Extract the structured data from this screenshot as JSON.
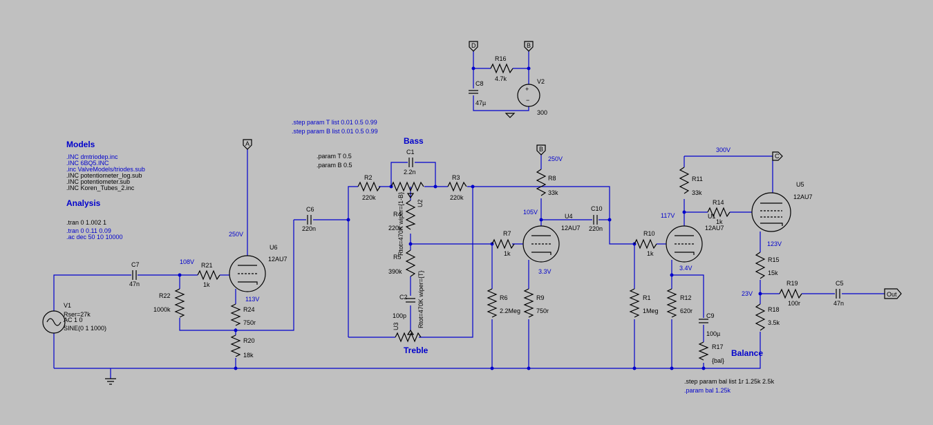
{
  "headings": {
    "models": "Models",
    "analysis": "Analysis",
    "bass": "Bass",
    "treble": "Treble",
    "balance": "Balance"
  },
  "models": [
    ".INC dmtriodep.inc",
    ".INC 6BQ5.INC",
    ".inc ValveModels/triodes.sub",
    ".INC potentiometer_log.sub",
    ".INC potentiometer.sub",
    ".INC Koren_Tubes_2.inc"
  ],
  "analysis": [
    ".tran 0 1.002 1",
    ".tran 0 0.11 0.09",
    ".ac dec 50 10 10000"
  ],
  "step_directives": [
    ".step param T list 0.01 0.5 0.99",
    ".step param B list 0.01 0.5 0.99"
  ],
  "param_directives": [
    ".param T 0.5",
    ".param B 0.5"
  ],
  "balance_directives": [
    ".step param bal list 1r 1.25k 2.5k",
    ".param bal 1.25k"
  ],
  "nodes": {
    "v108": "108V",
    "v250a": "250V",
    "v113": "113V",
    "v250b": "250V",
    "v105": "105V",
    "v33": "3.3V",
    "v300": "300V",
    "v117": "117V",
    "v34": "3.4V",
    "v123": "123V",
    "v23": "23V"
  },
  "components": {
    "V1": {
      "name": "V1",
      "value": "Rser=27k",
      "extra": "AC 1 0",
      "wave": "SINE(0 1 1000)"
    },
    "C7": {
      "name": "C7",
      "value": "47n"
    },
    "R22": {
      "name": "R22",
      "value": "1000k"
    },
    "R21": {
      "name": "R21",
      "value": "1k"
    },
    "U6": {
      "name": "U6",
      "value": "12AU7"
    },
    "R24": {
      "name": "R24",
      "value": "750r"
    },
    "R20": {
      "name": "R20",
      "value": "18k"
    },
    "C6": {
      "name": "C6",
      "value": "220n"
    },
    "R2": {
      "name": "R2",
      "value": "220k"
    },
    "C1": {
      "name": "C1",
      "value": "2.2n"
    },
    "U2": {
      "name": "U2",
      "value": "Rtot=470K wiper={1-B}"
    },
    "R3": {
      "name": "R3",
      "value": "220k"
    },
    "R4": {
      "name": "R4",
      "value": "220k"
    },
    "R5": {
      "name": "R5",
      "value": "390k"
    },
    "C2": {
      "name": "C2",
      "value": "100p"
    },
    "U3": {
      "name": "U3",
      "value": "Rtot=470K wiper={T}"
    },
    "R7": {
      "name": "R7",
      "value": "1k"
    },
    "R6": {
      "name": "R6",
      "value": "2.2Meg"
    },
    "R8": {
      "name": "R8",
      "value": "33k"
    },
    "U4": {
      "name": "U4",
      "value": "12AU7"
    },
    "R9": {
      "name": "R9",
      "value": "750r"
    },
    "C10": {
      "name": "C10",
      "value": "220n"
    },
    "R10": {
      "name": "R10",
      "value": "1k"
    },
    "R1": {
      "name": "R1",
      "value": "1Meg"
    },
    "R11": {
      "name": "R11",
      "value": "33k"
    },
    "R14": {
      "name": "R14",
      "value": "1k"
    },
    "U1": {
      "name": "U1",
      "value": "12AU7"
    },
    "U5": {
      "name": "U5",
      "value": "12AU7"
    },
    "R12": {
      "name": "R12",
      "value": "620r"
    },
    "C9": {
      "name": "C9",
      "value": "100µ"
    },
    "R17": {
      "name": "R17",
      "value": "{bal}"
    },
    "R15": {
      "name": "R15",
      "value": "15k"
    },
    "R18": {
      "name": "R18",
      "value": "3.5k"
    },
    "R19": {
      "name": "R19",
      "value": "100r"
    },
    "C5": {
      "name": "C5",
      "value": "47n"
    },
    "R16": {
      "name": "R16",
      "value": "4.7k"
    },
    "C8": {
      "name": "C8",
      "value": "47µ"
    },
    "V2": {
      "name": "V2",
      "value": "300"
    }
  },
  "ports": {
    "a": "A",
    "b": "B",
    "c": "C",
    "d": "D",
    "out": "Out"
  }
}
